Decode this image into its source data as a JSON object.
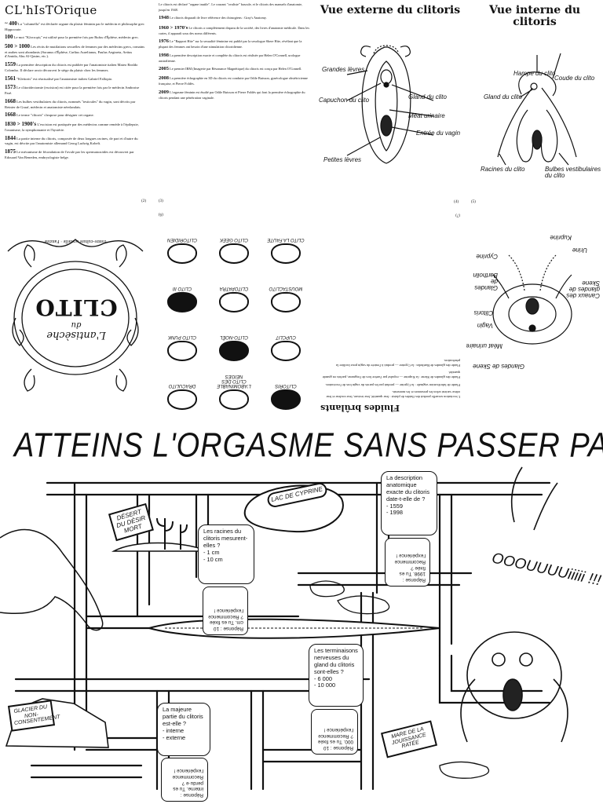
{
  "historique": {
    "title": "CL'hIsTOrique",
    "entries": [
      {
        "year": "~ 400",
        "text": "La \"columella\" est déclarée organe du plaisir féminin par le médecin et philosophe grec Hippocrate."
      },
      {
        "year": "100",
        "text": "Le mot \"Κλειτορίς\" est utilisé pour la première fois par Rufus d'Éphèse, médecin grec."
      },
      {
        "year": "500 > 1000",
        "text": "Les récits de mutilations sexuelles de femmes par des médecins grecs, romains et arabes sont abondants (Soranus d'Éphèse, Cœlius Aurelianus, Paulus Aegineta, Aetius d'Amida, Abu Al-Qasim, etc.)."
      },
      {
        "year": "1559",
        "text": "La première description du clitoris est publiée par l'anatomiste italien Mateo Realdo Colombo. Il déclare avoir découvert le siège du plaisir chez les femmes."
      },
      {
        "year": "1561",
        "text": "\"Kleitoris\" est réactualisé par l'anatomiste italien Gabriel Fallopio."
      },
      {
        "year": "1573",
        "text": "Le clitoridectomie (excision) est citée pour la première fois par le médecin Ambroise Paré."
      },
      {
        "year": "1668",
        "text": "Les bulbes vestibulaires du clitoris, nommés \"testicules\" du vagin, sont décrits par Reinier de Graaf, médecin et anatomiste néerlandais."
      },
      {
        "year": "1668",
        "text": "Le terme \"clitoris\" s'impose pour désigner cet organe."
      },
      {
        "year": "1830 > 1900's",
        "text": "L'excision est pratiquée par des médecins comme remède à l'épilepsie, l'onanisme, la nymphomanie et l'hystérie."
      },
      {
        "year": "1844",
        "text": "La partie interne du clitoris, composée de deux longues racines, de part et d'autre du vagin, est décrite par l'anatomiste allemand Georg Ludwig Kobelt."
      },
      {
        "year": "1875",
        "text": "Le mécanisme de fécondation de l'ovule par les spermatozoïdes est découvert par Edouard Van Beneden, embryologiste belge."
      }
    ],
    "page": "(2)"
  },
  "historique2": {
    "entries": [
      {
        "year": "",
        "text": "Le clitoris est déclaré \"organe inutile\". Le courant \"ovaliste\" bascule, et le clitoris des manuels d'anatomie, jusqu'en 1948."
      },
      {
        "year": "1948",
        "text": "Le clitoris disparaît de livre référence des chirurgiens : Gray's Anatomy."
      },
      {
        "year": "1960 > 1970's",
        "text": "Le clitoris a complètement disparu de la société, des livres d'anatomie médicale. Dans les cartes, il apparaît sous des noms différents."
      },
      {
        "year": "1976",
        "text": "Le \"Rapport Hite\" sur la sexualité féminine est publié par la sexologue Shere Hite, révélant que la plupart des femmes ont besoin d'une stimulation clitoridienne."
      },
      {
        "year": "1998",
        "text": "La première description exacte et complète du clitoris est réalisée par Helen O'Connell, urologue australienne."
      },
      {
        "year": "2005",
        "text": "Le premier IRM (Imagerie par Résonance Magnétique) du clitoris est conçu par Helen O'Connell."
      },
      {
        "year": "2008",
        "text": "La première échographie en 3D du clitoris est conduite par Odile Buisson, gynécologue obstétricienne française, et Pierre Foldès."
      },
      {
        "year": "2009",
        "text": "L'orgasme féminin est étudié par Odile Buisson et Pierre Foldès qui font la première échographie du clitoris pendant une pénétration vaginale."
      }
    ],
    "page": "(3)"
  },
  "vue_externe": {
    "title": "Vue externe du clitoris",
    "labels": [
      "Grandes lèvres",
      "Capuchon du clito",
      "Gland du clito",
      "Méat urinaire",
      "Entrée du vagin",
      "Petites lèvres"
    ],
    "page": "(4)"
  },
  "vue_interne": {
    "title": "Vue interne du clitoris",
    "labels": [
      "Hampe du clito",
      "Coude du clito",
      "Gland du clito",
      "Racines du clito",
      "Bulbes vestibulaires du clito"
    ],
    "page": "(5)"
  },
  "cover": {
    "top": "contre-culture sexuelle · Fanzine",
    "title_a": "L'antisèche",
    "title_b": "du",
    "title_c": "CLITO"
  },
  "stickers": {
    "labels": [
      "CLITORIS",
      "L'ABOMINABLE CLITO DES NEIGES",
      "DRACULITO",
      "CUPCLIT",
      "CLITO-NOËL",
      "CLITO PUNK",
      "MOUSTACLITO",
      "CLITOPATRA",
      "CLITO III",
      "CLITO LA FAUTE",
      "CLITO GEEK",
      "CLITORIDIEN"
    ],
    "page": "(6)"
  },
  "fluides": {
    "title": "Fluides brûlants",
    "paragraphs": [
      "L'excitation sexuelle produit des fluides de plaisir : leur quantité, leur texture, leur couleur et leur odeur varient selon les personnes et les moments.",
      "Fluide de lubrification vaginale : la Cyprine — produit par les parois du vagin lors de l'excitation.",
      "Fluide des glandes de Skene : la Kuprine — expulsé par l'urètre lors de l'orgasme, parfois en grande quantité.",
      "Fluide des glandes de Bartholin : la Cyprine — produit à l'entrée du vagin pour faciliter la pénétration."
    ],
    "labels": [
      "Glandes de Skene",
      "Méat urinaire",
      "Vagin",
      "Clitoris",
      "Canaux des glandes de Skene",
      "Glandes de Bartholin",
      "Cyprine",
      "Urine",
      "Kuprine"
    ],
    "page": "(7)"
  },
  "comic": {
    "title": "ATTEINS L'ORGASME SANS PASSER PAR LA FENTE !!!",
    "signs": [
      "DÉSERT DU DÉSIR MORT",
      "LAC DE CYPRINE",
      "GLACIER DU NON-CONSENTEMENT",
      "MARE DE LA JOUISSANCE RATÉE"
    ],
    "exclaim": "OOOUUUUiiiii !!!",
    "questions": [
      {
        "q": "Les racines du clitoris mesurent-elles ?",
        "options": [
          "- 1 cm",
          "- 10 cm"
        ]
      },
      {
        "q": "La description anatomique exacte du clitoris date-t-elle de ?",
        "options": [
          "- 1559",
          "- 1998"
        ]
      },
      {
        "q": "Les terminaisons nerveuses du gland du clitoris sont-elles ?",
        "options": [
          "- 6 000",
          "- 10 000"
        ]
      },
      {
        "q": "La majeure partie du clitoris est-elle ?",
        "options": [
          "- interne",
          "- externe"
        ]
      }
    ],
    "answers": [
      "Réponse : 10 cm. Tu es fixée ? Recommence l'expérience !",
      "Réponse : 1998. Tu es fixée ? Recommence l'expérience !",
      "Réponse : 10 000. Tu es fixée ? Recommence l'expérience !",
      "Réponse : interne. Tu es perdu·e ? Recommence l'expérience !"
    ]
  }
}
